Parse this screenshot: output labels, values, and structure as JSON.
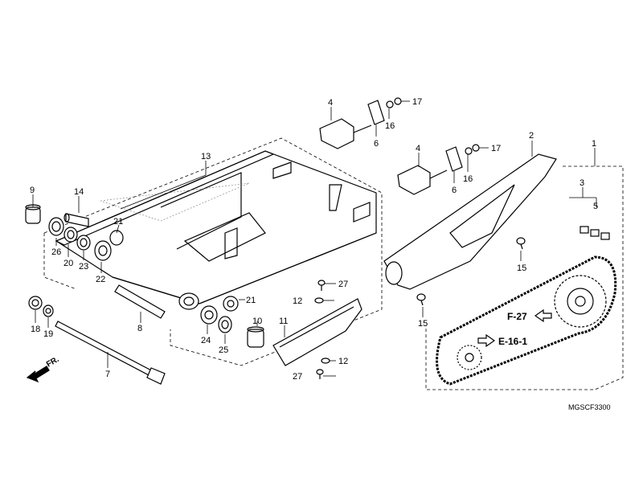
{
  "diagram": {
    "code": "MGSCF3300",
    "direction_label": "FR.",
    "references": [
      "F-27",
      "E-16-1"
    ],
    "parts": {
      "p1": "1",
      "p2": "2",
      "p3": "3",
      "p4a": "4",
      "p4b": "4",
      "p5": "5",
      "p6a": "6",
      "p6b": "6",
      "p7": "7",
      "p8": "8",
      "p9": "9",
      "p10": "10",
      "p11": "11",
      "p12a": "12",
      "p12b": "12",
      "p13": "13",
      "p14": "14",
      "p15a": "15",
      "p15b": "15",
      "p16a": "16",
      "p16b": "16",
      "p17a": "17",
      "p17b": "17",
      "p18": "18",
      "p19": "19",
      "p20": "20",
      "p21a": "21",
      "p21b": "21",
      "p22": "22",
      "p23": "23",
      "p24": "24",
      "p25": "25",
      "p26": "26",
      "p27a": "27",
      "p27b": "27"
    }
  }
}
